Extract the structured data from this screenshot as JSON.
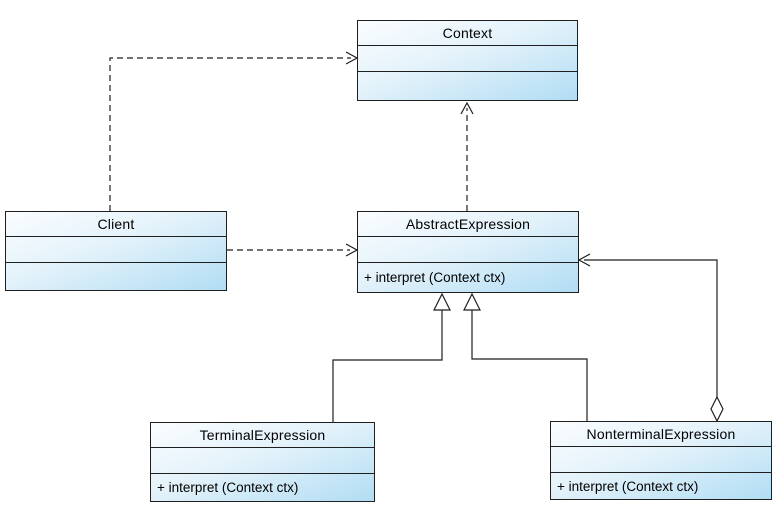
{
  "diagram": {
    "type": "uml-class-diagram",
    "classes": [
      {
        "name": "Context",
        "attributes": "",
        "methods": ""
      },
      {
        "name": "Client",
        "attributes": "",
        "methods": ""
      },
      {
        "name": "AbstractExpression",
        "attributes": "",
        "methods": "+ interpret (Context ctx)"
      },
      {
        "name": "TerminalExpression",
        "attributes": "",
        "methods": "+ interpret (Context ctx)"
      },
      {
        "name": "NonterminalExpression",
        "attributes": "",
        "methods": "+ interpret (Context ctx)"
      }
    ],
    "relationships": [
      {
        "from": "Client",
        "to": "Context",
        "type": "dependency",
        "line": "dashed",
        "head": "open-arrow"
      },
      {
        "from": "Client",
        "to": "AbstractExpression",
        "type": "dependency",
        "line": "dashed",
        "head": "open-arrow"
      },
      {
        "from": "AbstractExpression",
        "to": "Context",
        "type": "dependency",
        "line": "dashed",
        "head": "open-arrow"
      },
      {
        "from": "TerminalExpression",
        "to": "AbstractExpression",
        "type": "generalization",
        "line": "solid",
        "head": "hollow-triangle"
      },
      {
        "from": "NonterminalExpression",
        "to": "AbstractExpression",
        "type": "aggregation",
        "line": "solid",
        "head": "open-arrow",
        "tail": "hollow-diamond"
      }
    ],
    "colors": {
      "background": "#ffffff",
      "box_gradient_start": "#fbfdff",
      "box_gradient_end": "#b1ddf4",
      "border": "#1f1f1f",
      "text": "#000000"
    }
  }
}
